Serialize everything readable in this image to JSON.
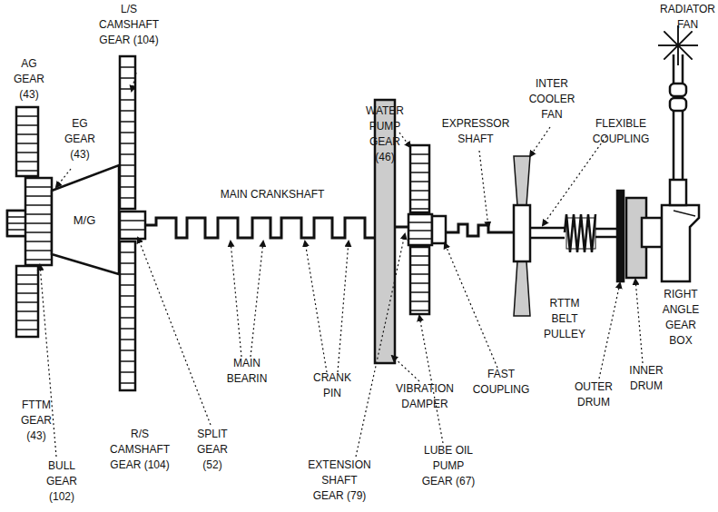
{
  "diagram": {
    "nodes": [
      {
        "text": [
          "M/G"
        ]
      }
    ],
    "labels": [
      "L/S CAMSHAFT GEAR (104)",
      "RADIATOR FAN",
      "AG GEAR (43)",
      "INTER COOLER FAN",
      "WATER PUMP GEAR (46)",
      "EG GEAR (43)",
      "FLEXIBLE COUPLING",
      "EXPRESSOR SHAFT",
      "MAIN CRANKSHAFT",
      "RTTM BELT PULLEY",
      "RIGHT ANGLE GEAR BOX",
      "MAIN BEARIN",
      "INNER DRUM",
      "FAST COUPLING",
      "CRANK PIN",
      "OUTER DRUM",
      "VIBRATION DAMPER",
      "FTTM GEAR (43)",
      "R/S CAMSHAFT GEAR (104)",
      "SPLIT GEAR (52)",
      "LUBE OIL PUMP GEAR (67)",
      "EXTENSION SHAFT GEAR (79)",
      "BULL GEAR (102)"
    ]
  }
}
